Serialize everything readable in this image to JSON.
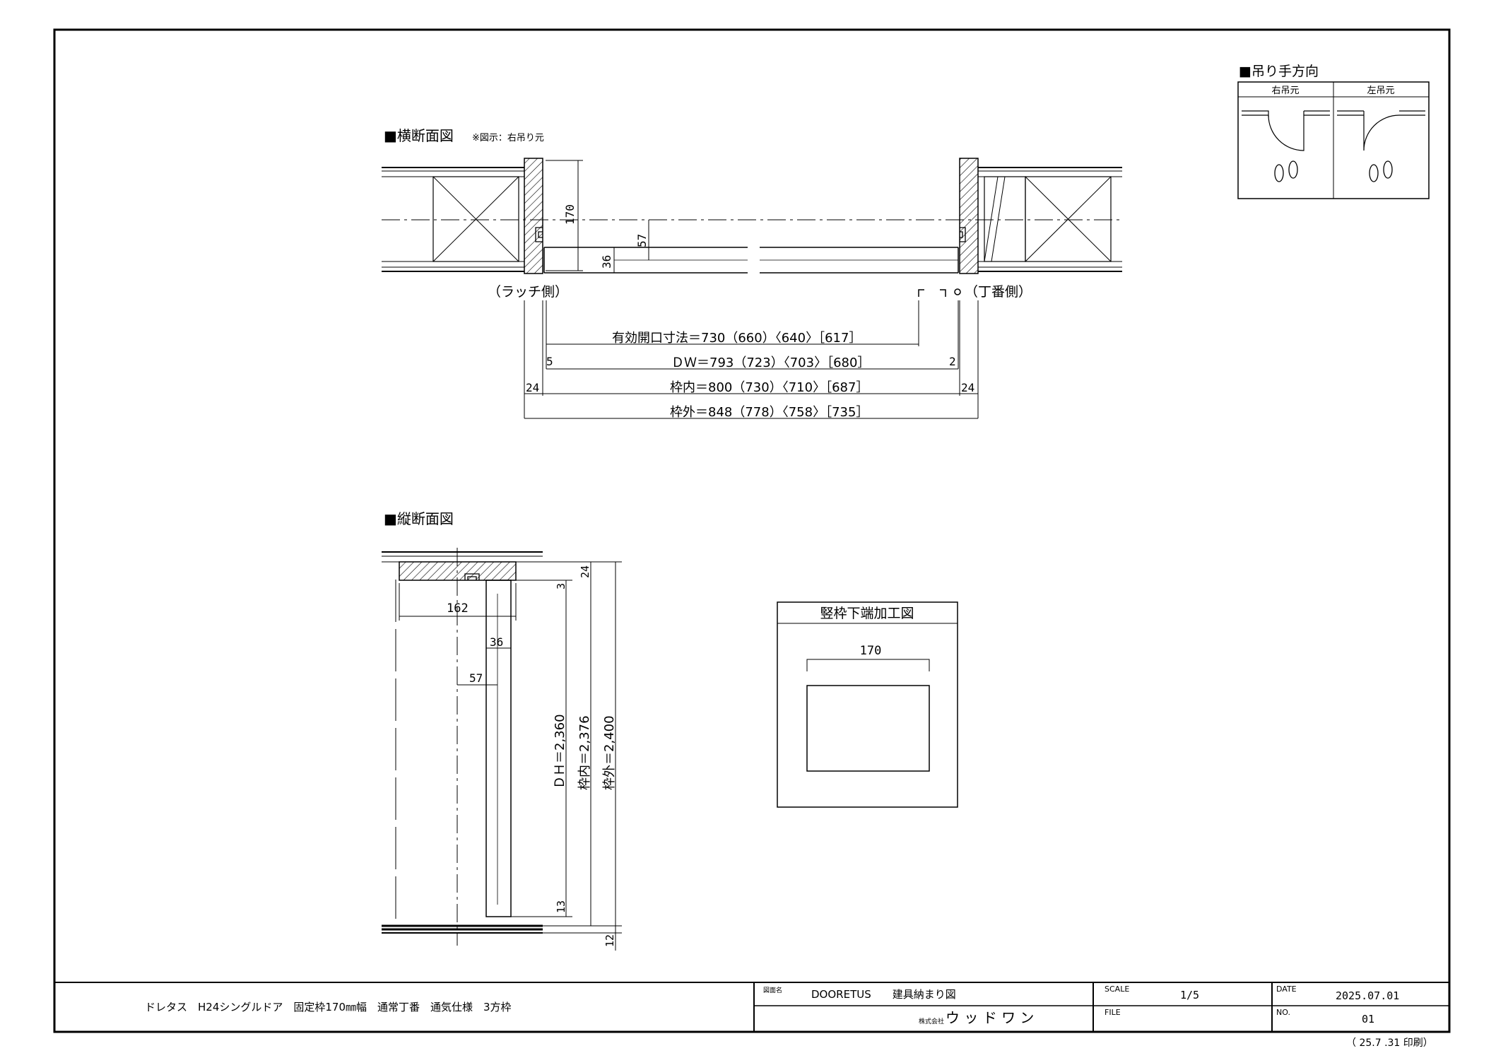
{
  "horizontal_section": {
    "title": "■横断面図",
    "note": "※図示：右吊り元",
    "latch_side_label": "（ラッチ側）",
    "hinge_side_label": "（丁番側）",
    "dim_depth_170": "170",
    "dim_57": "57",
    "dim_36": "36",
    "dim_effective": "有効開口寸法＝730（660）〈640〉［617］",
    "dim_dw": "ＤＷ＝793（723）〈703〉［680］",
    "dim_inner": "枠内＝800（730）〈710〉［687］",
    "dim_outer": "枠外＝848（778）〈758〉［735］",
    "dim_5": "5",
    "dim_2": "2",
    "dim_24_left": "24",
    "dim_24_right": "24"
  },
  "vertical_section": {
    "title": "■縦断面図",
    "dim_162": "162",
    "dim_36": "36",
    "dim_57": "57",
    "dim_3": "3",
    "dim_24": "24",
    "dim_13": "13",
    "dim_12": "12",
    "dim_dh": "ＤＨ＝2,360",
    "dim_inner": "枠内＝2,376",
    "dim_outer": "枠外＝2,400"
  },
  "hanging": {
    "title": "■吊り手方向",
    "right": "右吊元",
    "left": "左吊元"
  },
  "bottom_process": {
    "title": "竪枠下端加工図",
    "dim": "170"
  },
  "title_block": {
    "description": "ドレタス　H24シングルドア　固定枠170㎜幅　通常丁番　通気仕様　3方枠",
    "drawing_name_label": "図面名",
    "drawing_name": "DOORETUS　　建具納まり図",
    "company_prefix": "株式会社",
    "company": "ウ ッ ド ワ ン",
    "scale_label": "SCALE",
    "scale": "1/5",
    "file_label": "FILE",
    "file": "",
    "date_label": "DATE",
    "date": "2025.07.01",
    "no_label": "NO.",
    "no": "01",
    "printed": "（ 25.7 .31 印刷）"
  }
}
